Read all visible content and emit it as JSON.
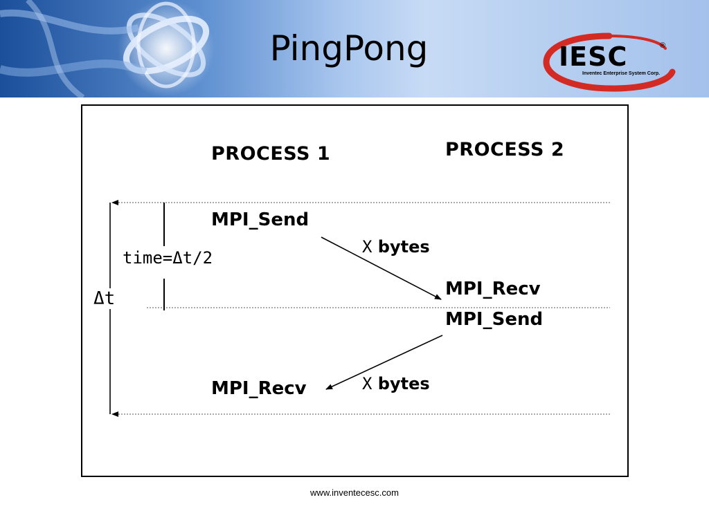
{
  "slide": {
    "title": "PingPong",
    "footer": "www.inventecesc.com"
  },
  "logo": {
    "wordmark": "IESC",
    "tagline": "Inventec Enterprise System Corp.",
    "registered": "®",
    "colors": {
      "ring": "#d42a24",
      "text": "#000000"
    }
  },
  "diagram": {
    "process1": "PROCESS 1",
    "process2": "PROCESS 2",
    "p1_send": "MPI_Send",
    "p2_recv": "MPI_Recv",
    "p2_send": "MPI_Send",
    "p1_recv": "MPI_Recv",
    "bytes_forward": {
      "var": "X",
      "unit": " bytes"
    },
    "bytes_back": {
      "var": "X",
      "unit": " bytes"
    },
    "half_time": "time=Δt/2",
    "round_trip": "Δt"
  },
  "colors": {
    "header_dark": "#1b4f9a",
    "header_light": "#c7dbf5"
  }
}
